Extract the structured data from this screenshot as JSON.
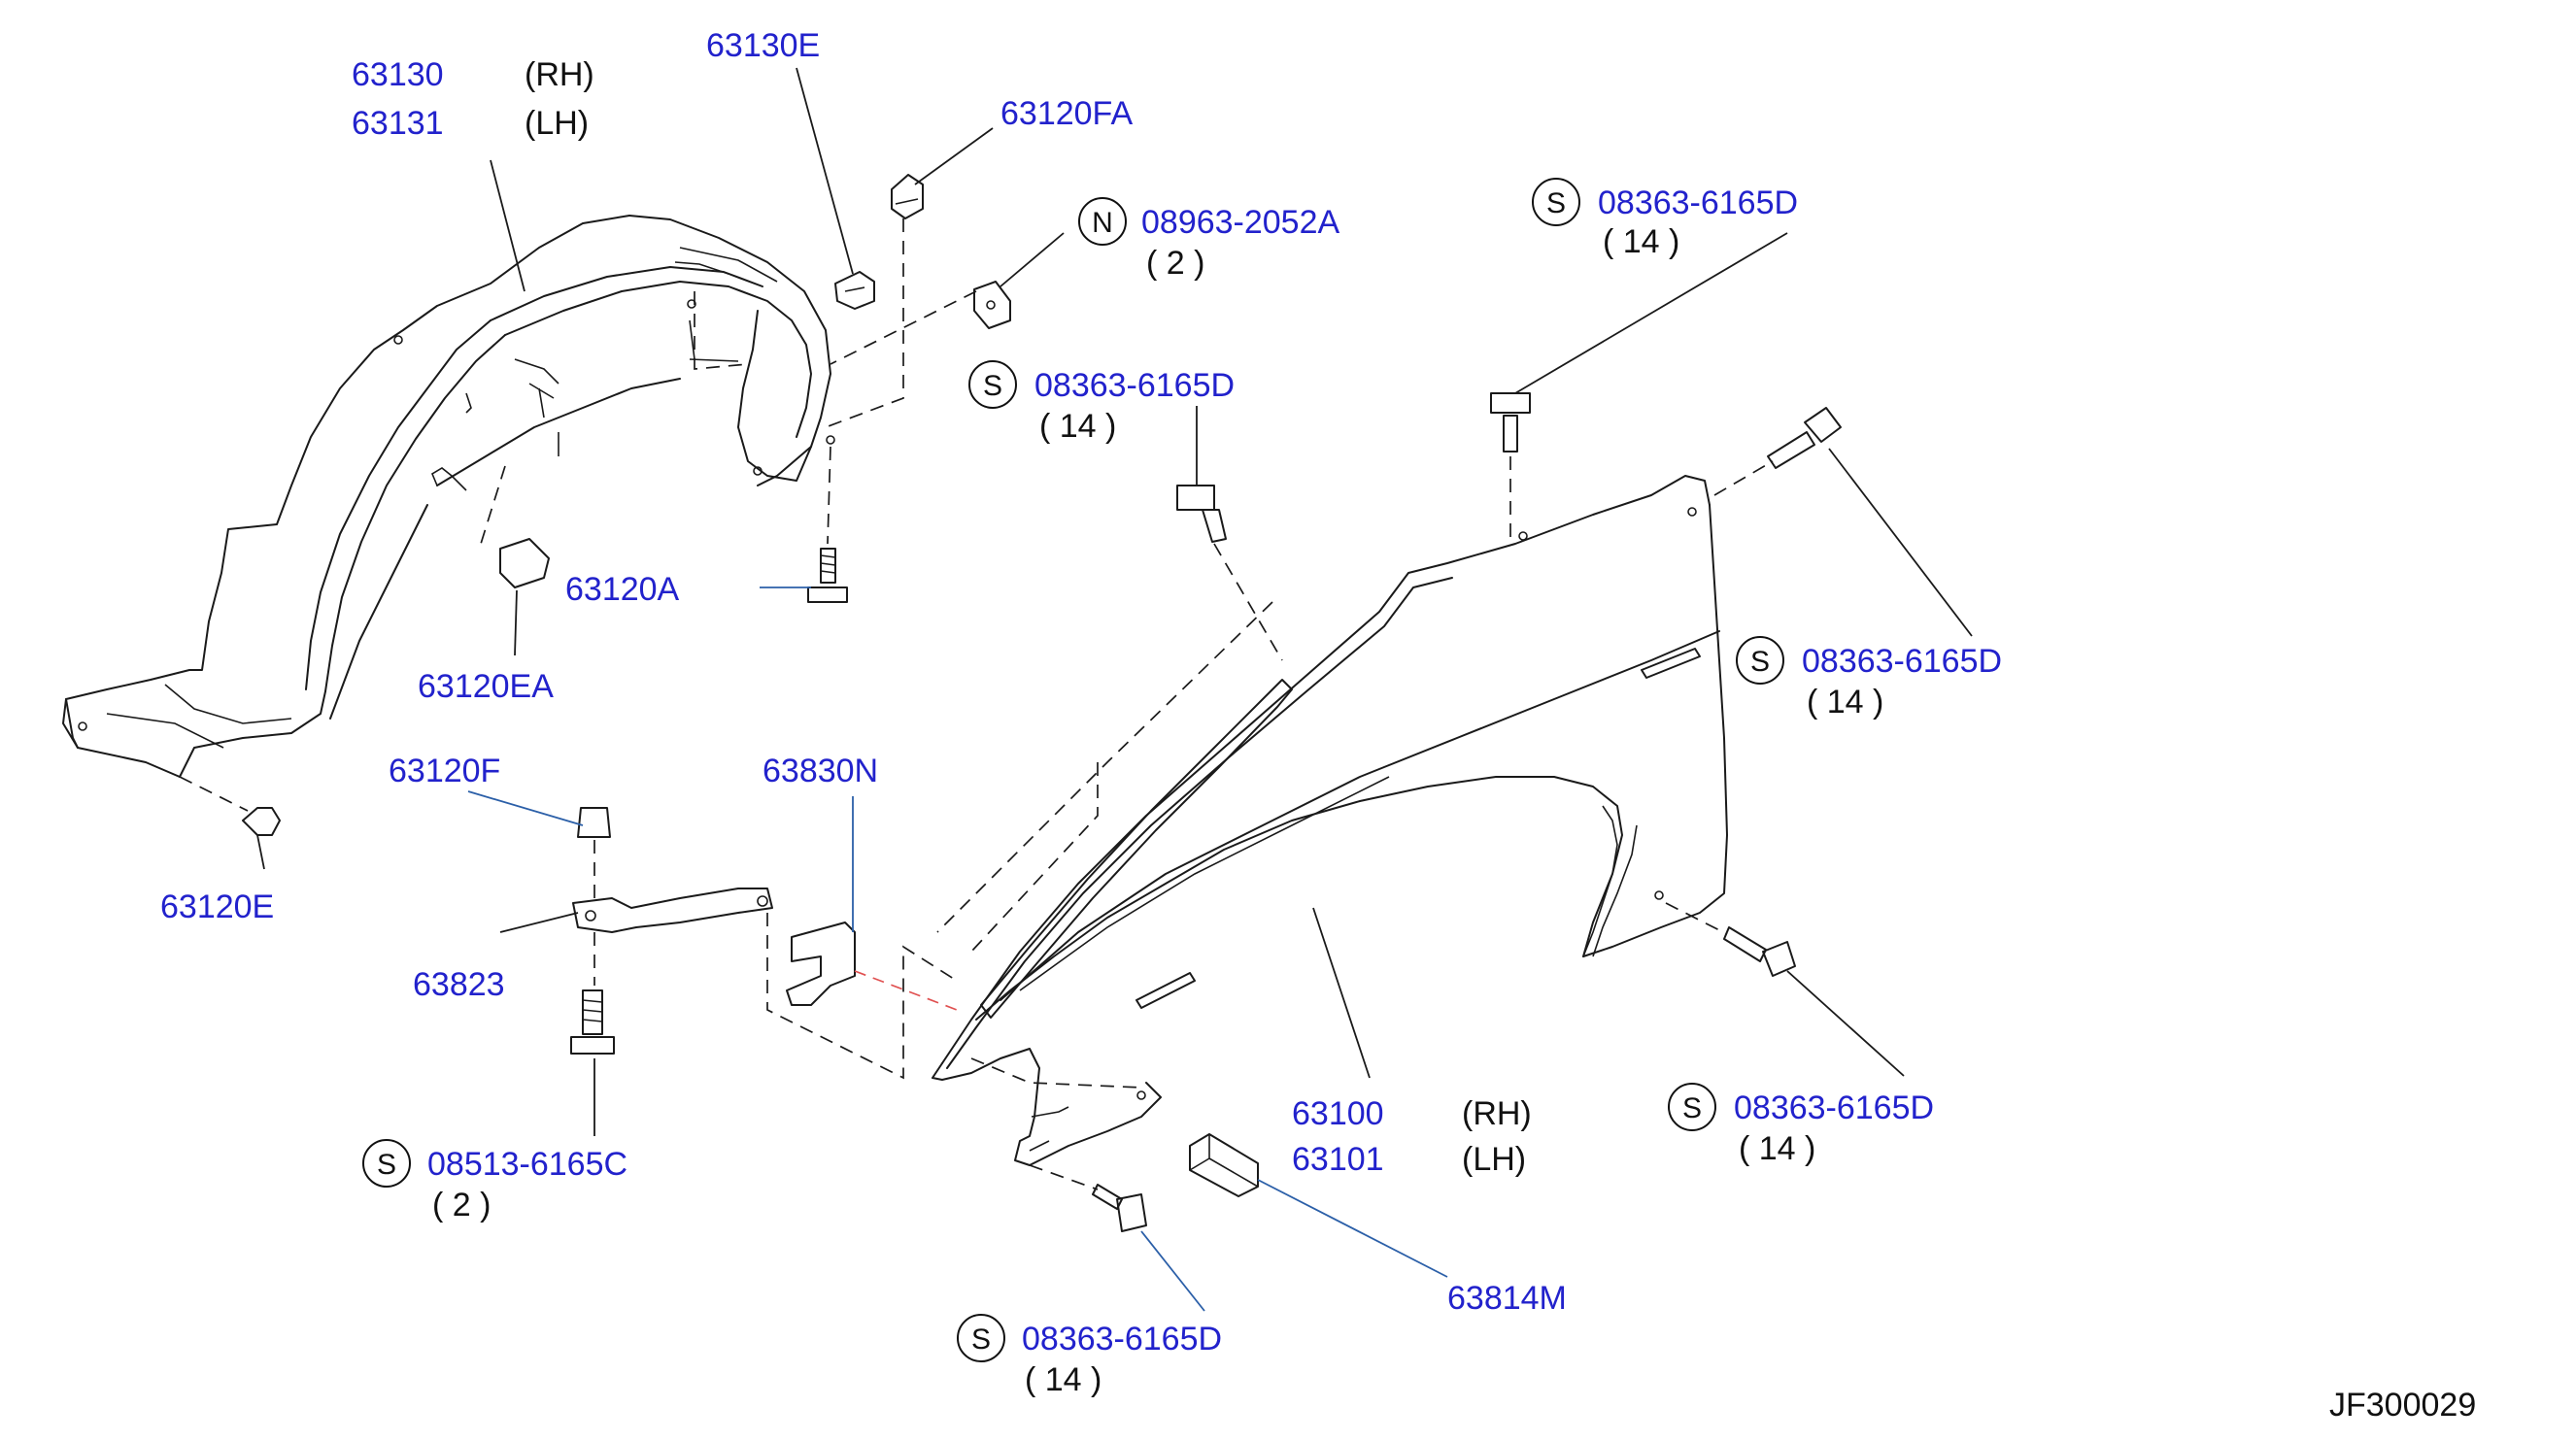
{
  "labels": {
    "p63130": "63130",
    "p63130_side": "(RH)",
    "p63131": "63131",
    "p63131_side": "(LH)",
    "p63130E": "63130E",
    "p63120FA": "63120FA",
    "p08963": "08963-2052A",
    "p08963_qty": "(  2  )",
    "s1": "08363-6165D",
    "s1_qty": "(  14  )",
    "s2": "08363-6165D",
    "s2_qty": "(  14  )",
    "s3": "08363-6165D",
    "s3_qty": "(  14  )",
    "s4": "08363-6165D",
    "s4_qty": "(  14  )",
    "s5": "08363-6165D",
    "s5_qty": "(  14  )",
    "p63120A": "63120A",
    "p63120EA": "63120EA",
    "p63120F": "63120F",
    "p63830N": "63830N",
    "p63120E": "63120E",
    "p63823": "63823",
    "s08513": "08513-6165C",
    "s08513_qty": "(  2  )",
    "p63100": "63100",
    "p63100_side": "(RH)",
    "p63101": "63101",
    "p63101_side": "(LH)",
    "p63814M": "63814M",
    "code": "JF300029"
  },
  "symbols": {
    "n": "N",
    "s": "S"
  },
  "colors": {
    "part_number": "#2222cc",
    "text": "#111111",
    "blue_leader": "#2b5fa8",
    "red_dash": "#e05050"
  }
}
